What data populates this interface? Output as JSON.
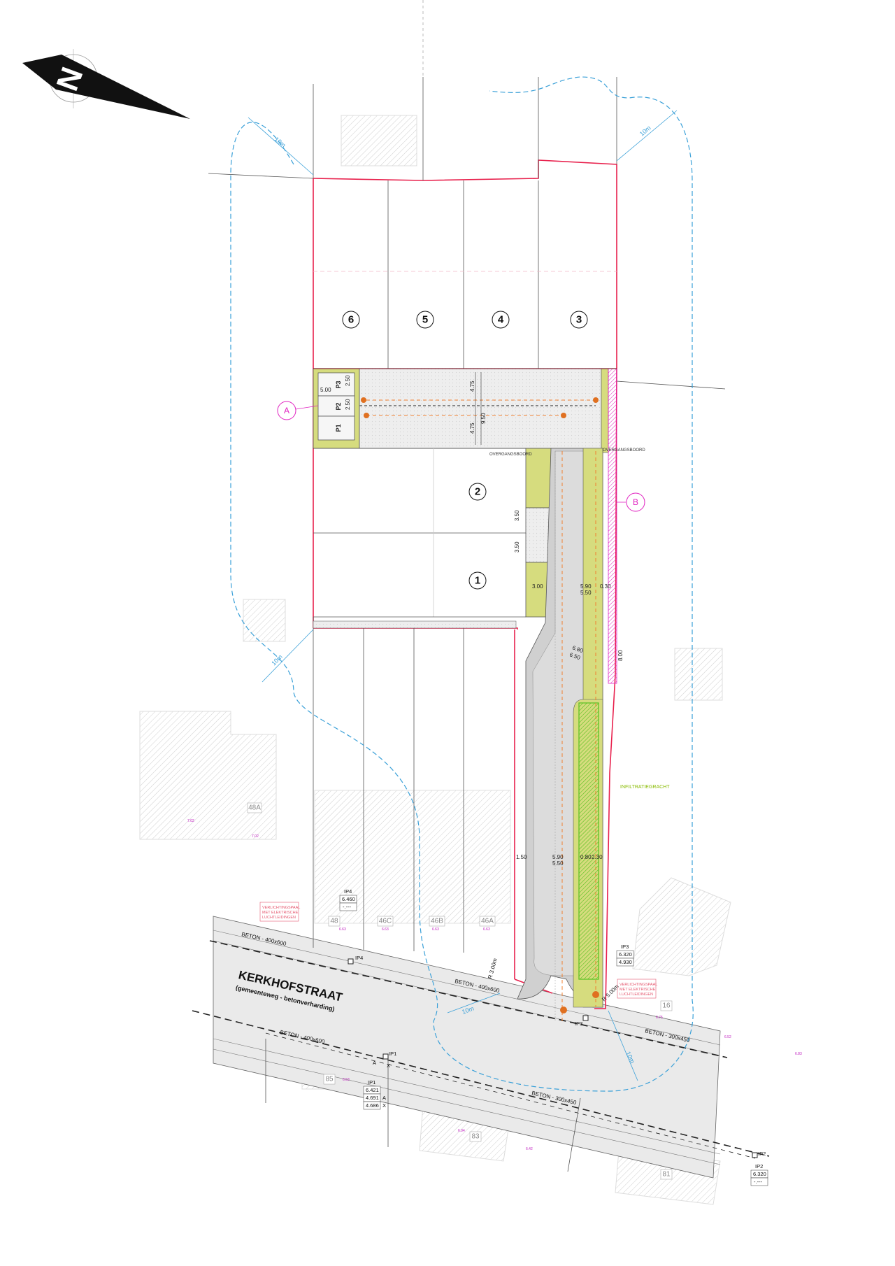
{
  "north_arrow": {
    "label": "N"
  },
  "lots": [
    "6",
    "5",
    "4",
    "3",
    "2",
    "1"
  ],
  "parking": [
    "P3",
    "P2",
    "P1"
  ],
  "section_markers": {
    "a": "A",
    "b": "B"
  },
  "dimensions": {
    "p_width": "5.00",
    "p_depth_1": "2.50",
    "p_depth_2": "2.50",
    "court_h1": "4.75",
    "court_h2": "4.75",
    "court_total": "9.50",
    "lot_w1": "3.50",
    "lot_w2": "3.50",
    "green_w": "3.00",
    "road_590": "5.90",
    "road_550": "5.50",
    "edge_030": "0.30",
    "bend_680": "6.80",
    "bend_650": "6.50",
    "len_800": "8.00",
    "low_150": "1.50",
    "low_590": "5.90",
    "low_550": "5.50",
    "low_080": "0.80",
    "low_230": "2.30",
    "radius_left": "R 3.00m",
    "radius_right": "R 5.00m",
    "offset_10m": "10m"
  },
  "notes": {
    "overgangsboord": "OVERGANGSBOORD",
    "infiltratiegracht": "INFILTRATIEGRACHT",
    "lighting_1": "VERLICHTINGSPAAL",
    "lighting_2": "MET ELEKTRISCHE",
    "lighting_3": "LUCHTLEIDINGEN"
  },
  "neighbours": {
    "h48a": "48A",
    "h48": "48",
    "h46c": "46C",
    "h46b": "46B",
    "h46a": "46A",
    "h16": "16",
    "h85": "85",
    "h83": "83",
    "h81": "81"
  },
  "street": {
    "name": "KERKHOFSTRAAT",
    "sub": "(gemeenteweg - betonverharding)"
  },
  "pipes": {
    "p1": "BETON - 400x600",
    "p2": "BETON - 400x600",
    "p3": "BETON - 400x600",
    "p4": "BETON - 300x450",
    "p5": "BETON - 300x450"
  },
  "ips": {
    "ip4": {
      "name": "IP4",
      "v1": "6.460",
      "v2": "-.---"
    },
    "ip3": {
      "name": "IP3",
      "v1": "6.320",
      "v2": "4.930"
    },
    "ip1": {
      "name": "IP1",
      "v1": "6.421",
      "v2": "4.691",
      "v3": "4.686",
      "a": "A",
      "x": "X"
    },
    "ip2": {
      "name": "IP2",
      "v1": "6.320",
      "v2": "-.---"
    }
  },
  "levels": {
    "l1": "7.02",
    "l2": "7.02",
    "l3": "6.63",
    "l4": "6.63",
    "l5": "6.63",
    "l6": "6.63",
    "l7": "6.75",
    "l8": "6.52",
    "l9": "6.83",
    "l10": "6.63",
    "l11": "6.94",
    "l12": "6.42"
  },
  "colors": {
    "boundary": "#e8204c",
    "offset": "#3aa0d8",
    "yellow_green": "#d6dc7e",
    "pink": "#e020c0",
    "orange": "#e87020",
    "green_hatch": "#55c020"
  }
}
